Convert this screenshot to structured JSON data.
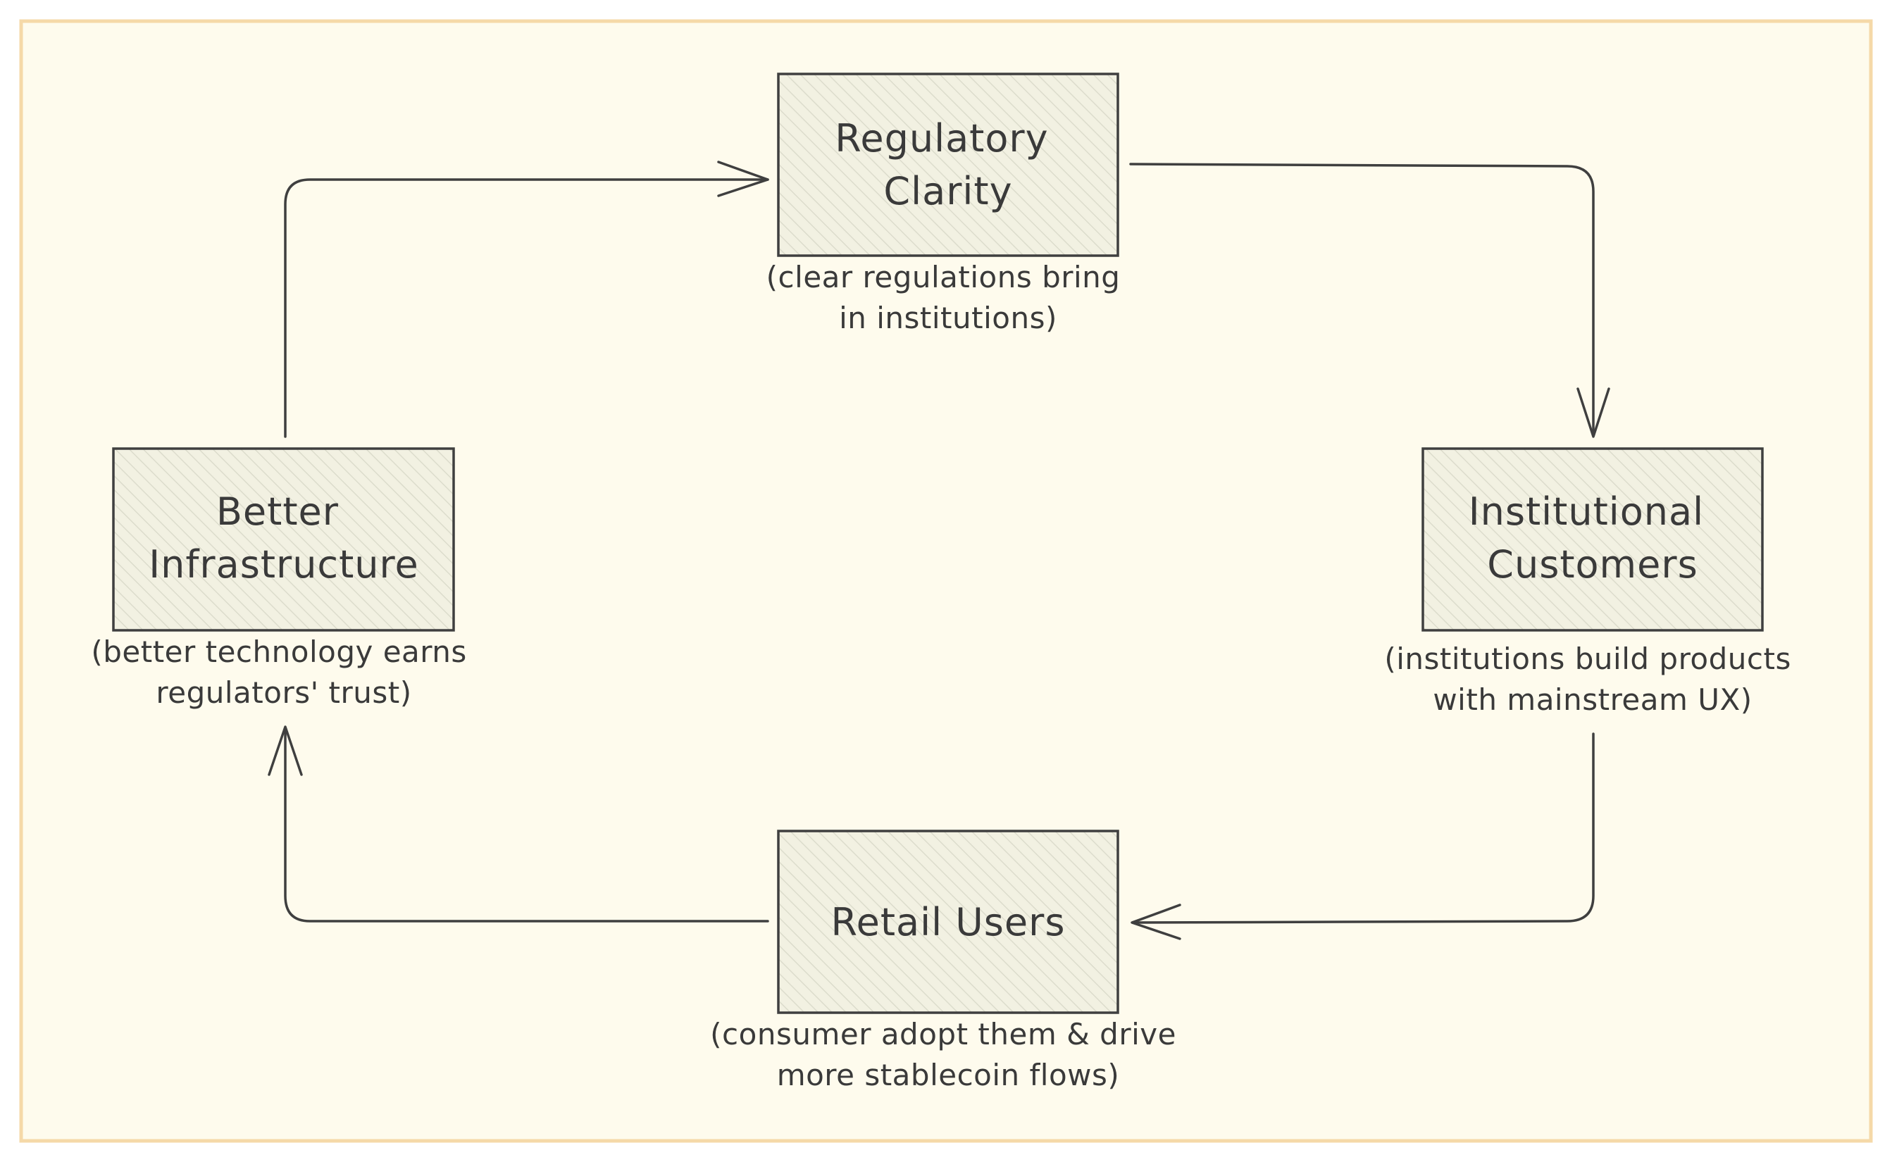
{
  "diagram": {
    "colors": {
      "background": "#fefbed",
      "frame_border": "#f5d9a8",
      "node_fill": "#f2f1e2",
      "hatch": "#dcdccc",
      "stroke": "#3f3f3f",
      "text": "#3a3a3a"
    },
    "nodes": [
      {
        "id": "regulatory-clarity",
        "label_lines": [
          "Regulatory",
          "Clarity"
        ],
        "caption_lines": [
          "(clear regulations bring",
          "in institutions)"
        ]
      },
      {
        "id": "institutional-customers",
        "label_lines": [
          "Institutional",
          "Customers"
        ],
        "caption_lines": [
          "(institutions build products",
          "with mainstream UX)"
        ]
      },
      {
        "id": "retail-users",
        "label_lines": [
          "Retail Users"
        ],
        "caption_lines": [
          "(consumer adopt them & drive",
          "more stablecoin flows)"
        ]
      },
      {
        "id": "better-infrastructure",
        "label_lines": [
          "Better",
          "Infrastructure"
        ],
        "caption_lines": [
          "(better technology earns",
          "regulators' trust)"
        ]
      }
    ],
    "edges": [
      {
        "from": "regulatory-clarity",
        "to": "institutional-customers"
      },
      {
        "from": "institutional-customers",
        "to": "retail-users"
      },
      {
        "from": "retail-users",
        "to": "better-infrastructure"
      },
      {
        "from": "better-infrastructure",
        "to": "regulatory-clarity"
      }
    ]
  }
}
